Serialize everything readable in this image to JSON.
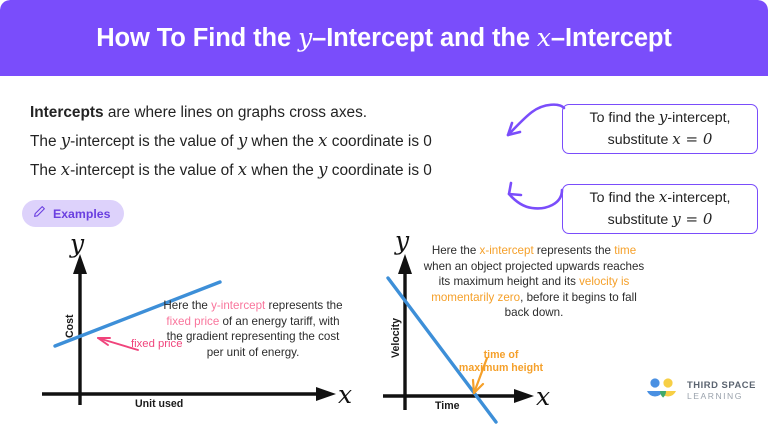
{
  "header": {
    "title_part1": "How To Find the ",
    "title_var_y": "y",
    "title_part2": "–Intercept and the ",
    "title_var_x": "x",
    "title_part3": "–Intercept"
  },
  "intro": {
    "line1_bold": "Intercepts",
    "line1_rest": " are where lines on graphs cross axes.",
    "line2_a": "The ",
    "line2_var1": "y",
    "line2_b": "-intercept is the value of ",
    "line2_var2": "y",
    "line2_c": " when the ",
    "line2_var3": "x",
    "line2_d": " coordinate is 0",
    "line3_a": "The ",
    "line3_var1": "x",
    "line3_b": "-intercept is the value of ",
    "line3_var2": "x",
    "line3_c": " when the ",
    "line3_var3": "y",
    "line3_d": " coordinate is 0"
  },
  "examples_badge": {
    "label": "Examples",
    "icon": "pencil-icon"
  },
  "callouts": [
    {
      "id": "y-intercept",
      "line1_a": "To find the ",
      "line1_var": "y",
      "line1_b": "-intercept,",
      "line2_a": "substitute ",
      "line2_eq": "x = 0"
    },
    {
      "id": "x-intercept",
      "line1_a": "To find the ",
      "line1_var": "x",
      "line1_b": "-intercept,",
      "line2_a": "substitute ",
      "line2_eq": "y = 0"
    }
  ],
  "graph_left": {
    "y_axis_letter": "y",
    "x_axis_letter": "x",
    "y_axis_name": "Cost",
    "x_axis_name": "Unit used",
    "annotation": "fixed price",
    "caption": {
      "seg1": "Here the ",
      "hl1": "y-intercept",
      "seg2": " represents the ",
      "hl2": "fixed price",
      "seg3": " of an energy tariff, with the gradient representing the cost per unit of energy."
    }
  },
  "graph_right": {
    "y_axis_letter": "y",
    "x_axis_letter": "x",
    "y_axis_name": "Velocity",
    "x_axis_name": "Time",
    "annotation_line1": "time of",
    "annotation_line2": "maximum height",
    "caption": {
      "seg1": "Here the ",
      "hl1": "x-intercept",
      "seg2": " represents the ",
      "hl2": "time",
      "seg3": " when an object projected upwards reaches its maximum height and its ",
      "hl3": "velocity is momentarily zero",
      "seg4": ", before it begins to fall back down."
    }
  },
  "logo": {
    "line1": "THIRD SPACE",
    "line2": "LEARNING"
  },
  "colors": {
    "brand_purple": "#7a4dfb",
    "badge_bg": "#ddd2fb",
    "badge_text": "#6a3fe0",
    "line_blue": "#3d8fd8",
    "pink": "#f0447c",
    "pink_soft": "#f9759c",
    "orange": "#f5a02a",
    "text": "#232323"
  }
}
